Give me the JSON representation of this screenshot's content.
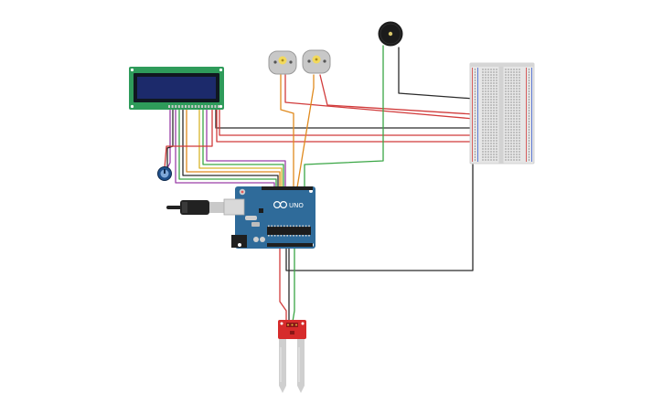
{
  "canvas": {
    "background": "#ffffff"
  },
  "components": {
    "arduino": {
      "board_label": "UNO",
      "board_color": "#2f6b9a",
      "header_color": "#1f1f1f"
    },
    "lcd": {
      "pcb_color": "#2e9b5a",
      "screen_color": "#1c2a6b",
      "bezel_color": "#101820"
    },
    "potentiometer": {
      "body_color": "#1f4f8a"
    },
    "servo_motors": [
      {
        "name": "servo-motor-1",
        "shaft_color": "#f2d95c"
      },
      {
        "name": "servo-motor-2",
        "shaft_color": "#f2d95c"
      }
    ],
    "buzzer": {
      "body_color": "#1b1b1b"
    },
    "breadboard": {
      "body_color": "#e6e6e6",
      "rail_red": "#d13b3b",
      "rail_blue": "#3b5fd1"
    },
    "soil_sensor": {
      "board_color": "#d62b2b",
      "probe_color": "#cfcfcf"
    },
    "usb_cable": {
      "color": "#222222"
    }
  },
  "wire_colors": {
    "power": "#d13b3b",
    "ground": "#2b2b2b",
    "signal_orange": "#e08a1e",
    "signal_green": "#3aa645",
    "lcd_purple": "#9b3fa8",
    "lcd_yellow": "#d9b52b",
    "lcd_blue": "#3a6fd1",
    "lcd_white": "#9a9a9a"
  }
}
